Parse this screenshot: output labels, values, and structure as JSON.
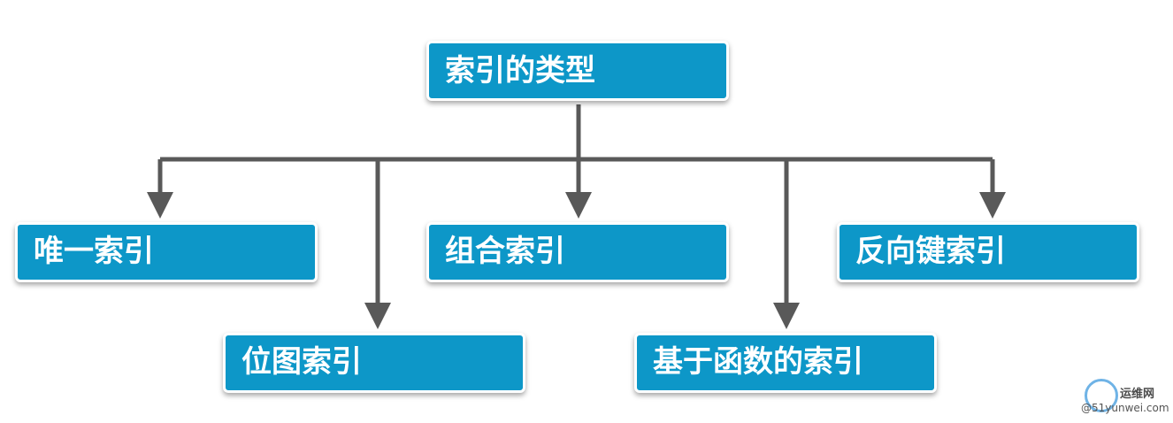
{
  "diagram": {
    "root": {
      "label": "索引的类型"
    },
    "children": [
      {
        "label": "唯一索引"
      },
      {
        "label": "组合索引"
      },
      {
        "label": "反向键索引"
      },
      {
        "label": "位图索引"
      },
      {
        "label": "基于函数的索引"
      }
    ],
    "colors": {
      "node_fill": "#0d97c8",
      "node_border": "#ffffff",
      "connector": "#595959",
      "text": "#ffffff"
    }
  },
  "watermark": {
    "top_text": "运维网",
    "bottom_text": "@51yunwei.com"
  }
}
